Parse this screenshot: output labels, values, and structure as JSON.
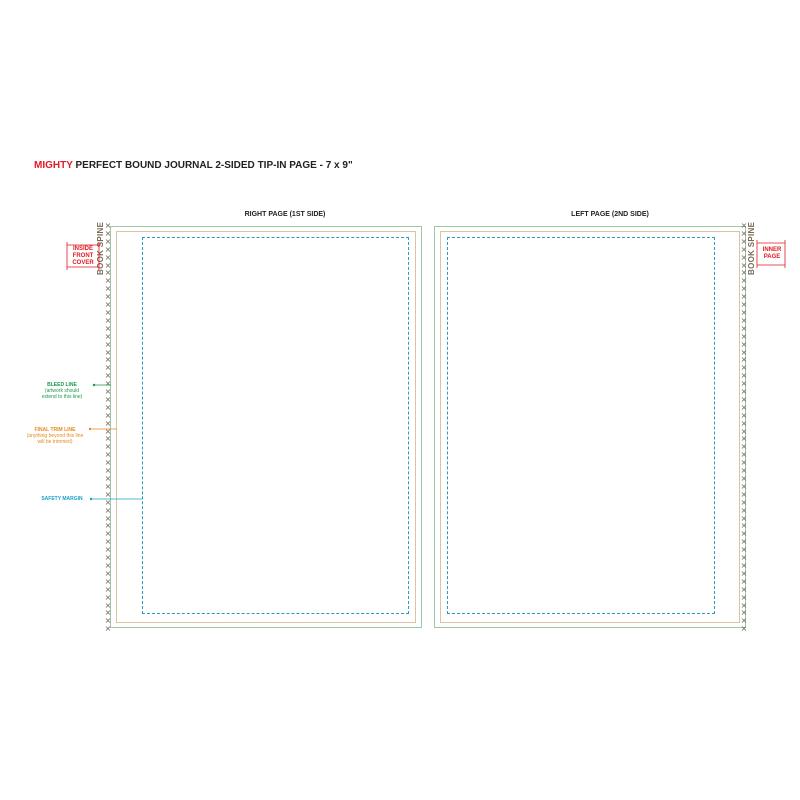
{
  "title": {
    "brand": "MIGHTY",
    "part1": "PERFECT BOUND JOURNAL",
    "part2": "2-SIDED",
    "part3": "TIP-IN PAGE - 7 x 9\""
  },
  "pages": {
    "right_label": "RIGHT PAGE (1ST SIDE)",
    "left_label": "LEFT PAGE (2ND SIDE)"
  },
  "spine": {
    "label": "BOOK SPINE",
    "marker": "×"
  },
  "callouts": {
    "inside_front_cover": [
      "INSIDE",
      "FRONT",
      "COVER"
    ],
    "inner_page": [
      "INNER",
      "PAGE"
    ]
  },
  "legend": {
    "bleed_title": "BLEED LINE",
    "bleed_note_1": "(artwork should",
    "bleed_note_2": "extend to this line)",
    "trim_title": "FINAL TRIM LINE",
    "trim_note_1": "(anything beyond this line",
    "trim_note_2": "will be trimmed)",
    "safety_title": "SAFETY MARGIN"
  },
  "colors": {
    "brand_red": "#e01b24",
    "bleed_green": "#1a9a4a",
    "trim_orange": "#e8891f",
    "safety_blue": "#1aa0c8",
    "spine_brown": "#7a6a55"
  }
}
